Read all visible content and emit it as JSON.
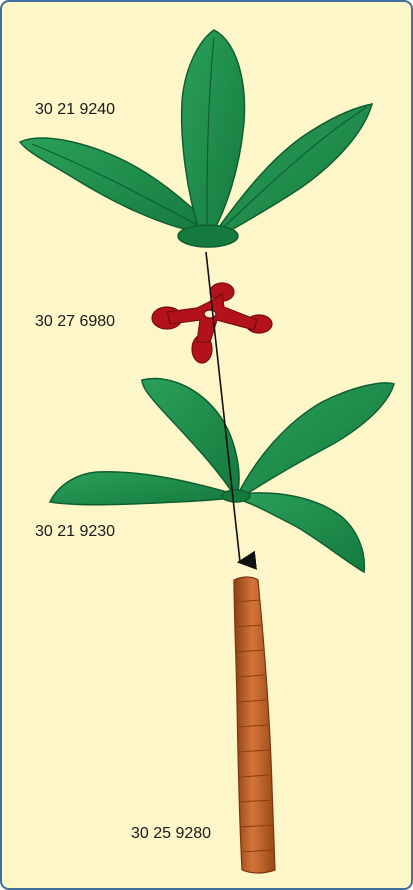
{
  "parts": [
    {
      "id": "upper-palm-fronds",
      "label": "30 21 9240"
    },
    {
      "id": "flower-connector",
      "label": "30 27 6980"
    },
    {
      "id": "lower-palm-fronds",
      "label": "30 21 9230"
    },
    {
      "id": "palm-trunk",
      "label": "30 25 9280"
    }
  ],
  "colors": {
    "background": "#fdf6c9",
    "border": "#3f6f9a",
    "frond_green": "#1f8a4c",
    "frond_dark": "#0f5e31",
    "flower_red": "#b3121b",
    "trunk_brown": "#c9642a",
    "arrow": "#111111"
  },
  "icons": [
    "downward-assembly-arrow"
  ]
}
